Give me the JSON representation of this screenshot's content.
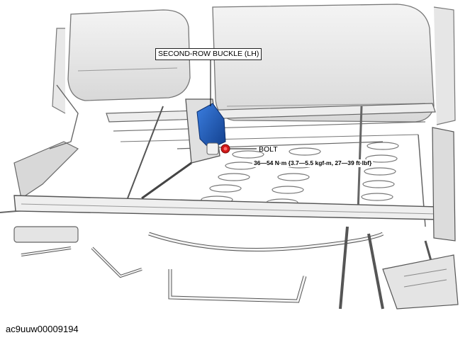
{
  "figure": {
    "callouts": {
      "buckle": "SECOND-ROW BUCKLE (LH)",
      "bolt": "BOLT",
      "torque": "36—54 N·m {3.7—5.5 kgf-m, 27—39 ft·lbf}"
    },
    "figure_id": "ac9uuw00009194"
  },
  "colors": {
    "buckle_blue": "#1f5fbf",
    "bolt_red": "#d01818",
    "line": "#555555",
    "frame_fill": "#ececec",
    "seat_fill": "#e2e2e2"
  },
  "icons": {
    "buckle": "seat-belt-buckle-icon",
    "bolt": "bolt-icon"
  }
}
